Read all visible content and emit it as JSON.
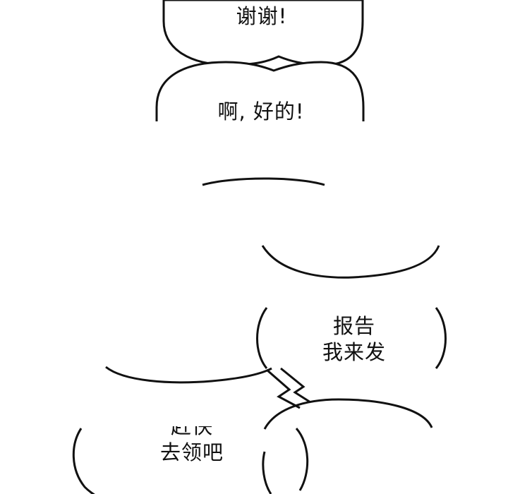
{
  "bubbles": {
    "thanks": {
      "text": "谢谢!"
    },
    "ok": {
      "text": "啊, 好的!"
    },
    "report": {
      "line1": "报告",
      "line2": "我来发"
    },
    "claim": {
      "line1": "赶快",
      "line2": "去领吧"
    }
  },
  "colors": {
    "background": "#ffffff",
    "stroke": "#111111",
    "fill": "#ffffff"
  }
}
